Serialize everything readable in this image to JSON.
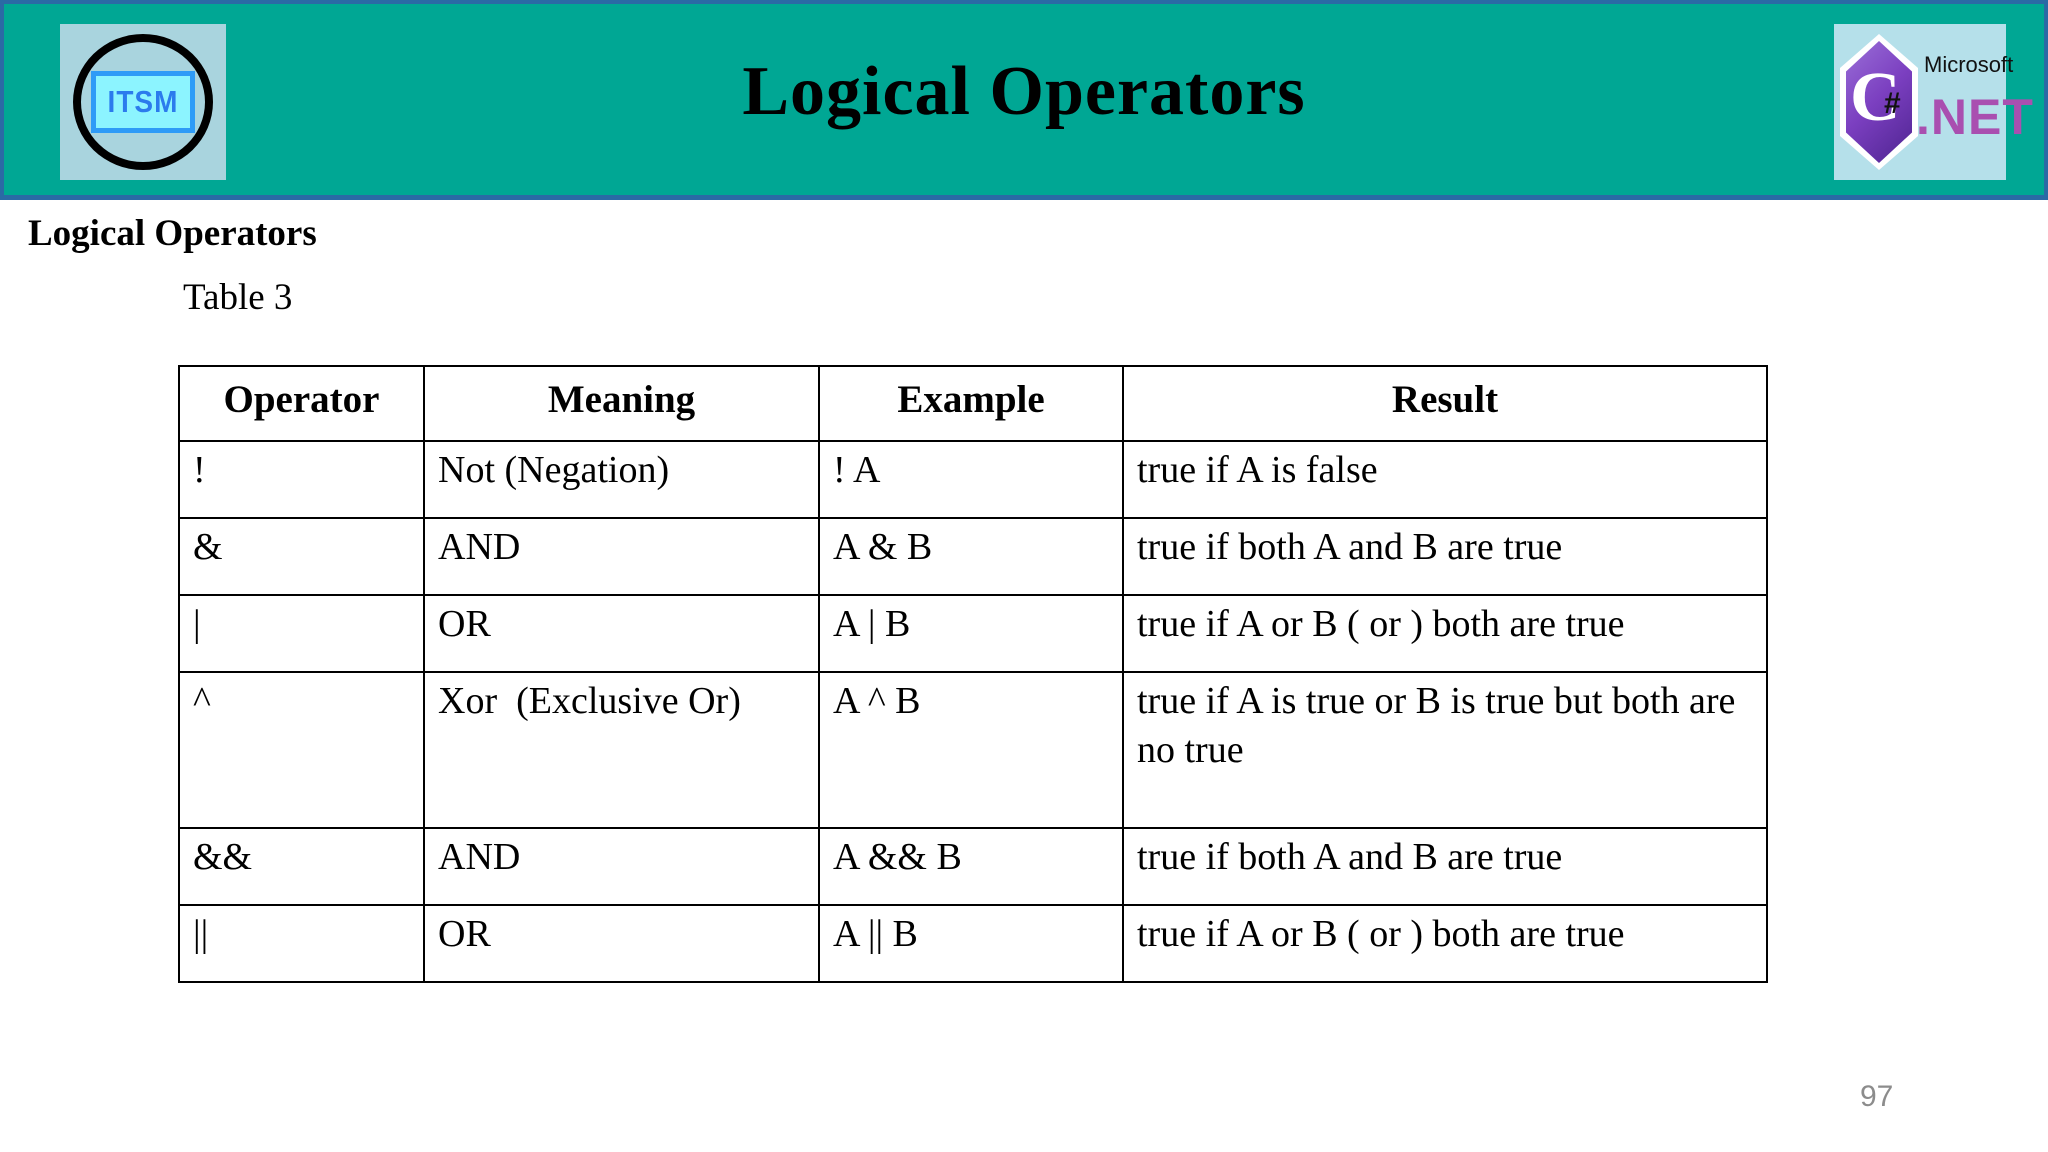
{
  "header": {
    "title": "Logical Operators",
    "itsm_logo_text": "ITSM",
    "dotnet_logo": {
      "csharp_c": "C",
      "csharp_hash": "#",
      "microsoft": "Microsoft",
      "net": ".NET"
    }
  },
  "content": {
    "heading": "Logical Operators",
    "table_caption": "Table 3"
  },
  "table": {
    "columns": [
      "Operator",
      "Meaning",
      "Example",
      "Result"
    ],
    "rows": [
      [
        "!",
        "Not (Negation)",
        "! A",
        "true if A is false"
      ],
      [
        "&",
        "AND",
        "A & B",
        "true if both A and B are true"
      ],
      [
        "|",
        "OR",
        "A | B",
        "true if A or B ( or ) both are true"
      ],
      [
        "^",
        "Xor  (Exclusive Or)",
        "A ^ B",
        "true if A is true or B is true but both are no true"
      ],
      [
        "&&",
        "AND",
        "A && B",
        "true if both A and B are true"
      ],
      [
        "||",
        "OR",
        "A || B",
        "true if A or B ( or ) both are true"
      ]
    ]
  },
  "footer": {
    "page_number": "97"
  },
  "colors": {
    "band_teal": "#00A794",
    "band_border_blue": "#2A6AA5",
    "table_border": "#000000",
    "page_number_gray": "#8C8C8C",
    "net_purple": "#A94FB0",
    "itsm_text_blue": "#2B7BED",
    "itsm_box_cyan": "#8CF4FF",
    "logo_bg_lightblue": "#B5E0EA"
  }
}
